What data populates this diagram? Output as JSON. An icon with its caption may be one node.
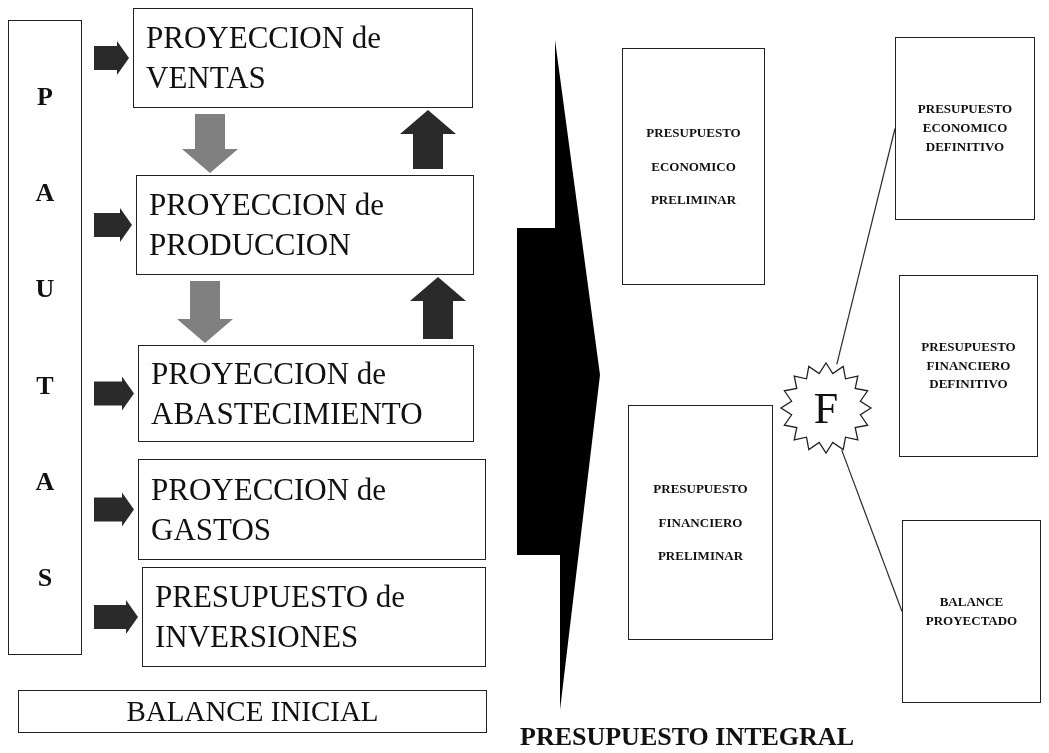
{
  "diagram": {
    "title": "PRESUPUESTO INTEGRAL",
    "nodes": [
      {
        "text": [
          "PAUTAS"
        ]
      },
      {
        "text": [
          "PROYECCION de VENTAS"
        ]
      },
      {
        "text": [
          "PROYECCION de PRODUCCION"
        ]
      },
      {
        "text": [
          "PROYECCION de ABASTECIMIENTO"
        ]
      },
      {
        "text": [
          "PROYECCION de GASTOS"
        ]
      },
      {
        "text": [
          "PRESUPUESTO de INVERSIONES"
        ]
      },
      {
        "text": [
          "BALANCE INICIAL"
        ]
      },
      {
        "text": [],
        "shape": "arrow"
      },
      {
        "text": [
          "PRESUPUESTO ECONOMICO PRELIMINAR"
        ]
      },
      {
        "text": [
          "PRESUPUESTO FINANCIERO PRELIMINAR"
        ]
      },
      {
        "text": [
          "F"
        ]
      },
      {
        "text": [
          "PRESUPUESTO ECONOMICO DEFINITIVO"
        ]
      },
      {
        "text": [
          "PRESUPUESTO FINANCIERO DEFINITIVO"
        ]
      },
      {
        "text": [
          "BALANCE PROYECTADO"
        ]
      }
    ],
    "edges": [
      {
        "from": 0,
        "to": 1,
        "arrow": "to",
        "style": "thick"
      },
      {
        "from": 0,
        "to": 2,
        "arrow": "to",
        "style": "thick"
      },
      {
        "from": 0,
        "to": 3,
        "arrow": "to",
        "style": "thick"
      },
      {
        "from": 0,
        "to": 4,
        "arrow": "to",
        "style": "thick"
      },
      {
        "from": 0,
        "to": 5,
        "arrow": "to",
        "style": "thick"
      },
      {
        "from": 1,
        "to": 2,
        "arrow": "to",
        "style": "thick",
        "color": "#808080"
      },
      {
        "from": 2,
        "to": 1,
        "arrow": "to",
        "style": "thick"
      },
      {
        "from": 2,
        "to": 3,
        "arrow": "to",
        "style": "thick",
        "color": "#808080"
      },
      {
        "from": 3,
        "to": 2,
        "arrow": "to",
        "style": "thick"
      },
      {
        "from": 10,
        "to": 11,
        "arrow": "none"
      },
      {
        "from": 10,
        "to": 13,
        "arrow": "none"
      }
    ]
  }
}
